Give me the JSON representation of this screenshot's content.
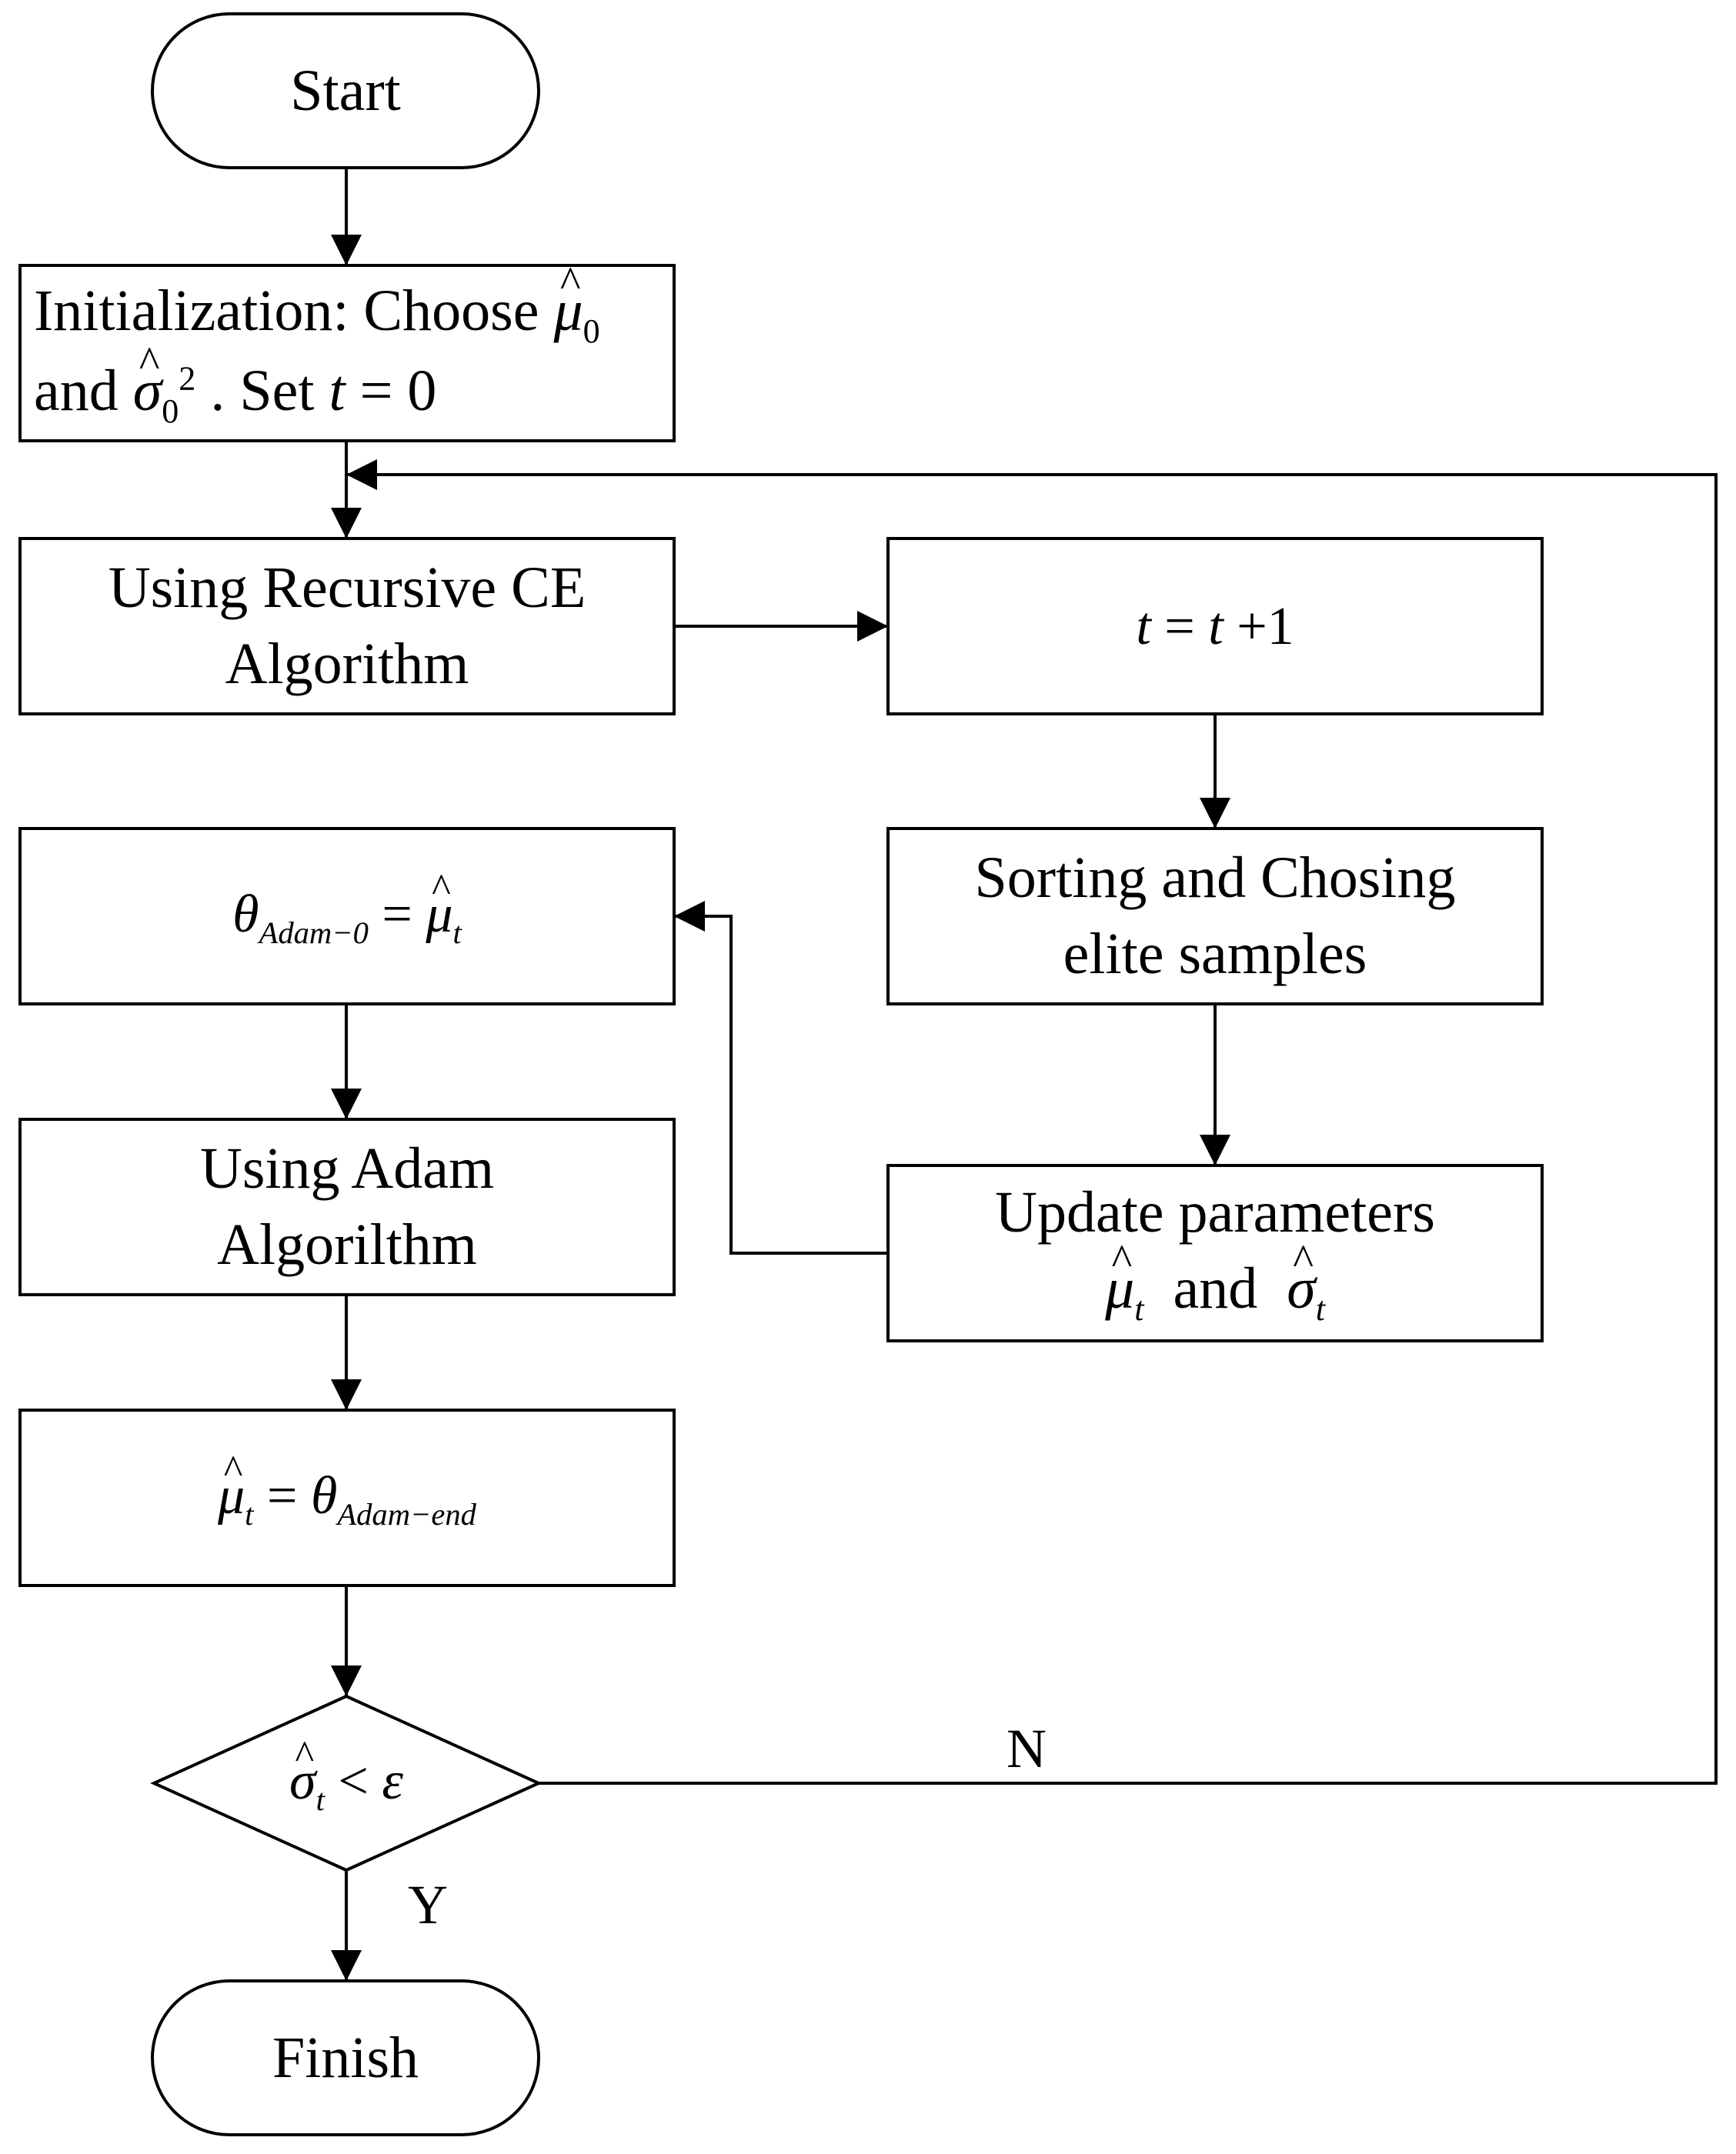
{
  "nodes": {
    "start": {
      "text": "Start"
    },
    "init": {
      "line1_prefix": "Initialization: Choose",
      "mu_sym": "μ",
      "mu_sub": "0",
      "line2_and": "and",
      "sigma_sym": "σ",
      "sigma_sub": "0",
      "sigma_sup": "2",
      "line2_set": ". Set",
      "t_sym": "t",
      "eq_zero": "= 0"
    },
    "recursive_ce": {
      "line1": "Using Recursive CE",
      "line2": "Algorithm"
    },
    "t_update": {
      "t1": "t",
      "eq": "=",
      "t2": "t",
      "plus_one": "+1"
    },
    "sorting": {
      "line1": "Sorting and Chosing",
      "line2": "elite samples"
    },
    "update_params": {
      "line1": "Update parameters",
      "mu_sym": "μ",
      "mu_sub": "t",
      "and": "and",
      "sigma_sym": "σ",
      "sigma_sub": "t"
    },
    "theta_init": {
      "theta_sym": "θ",
      "theta_sub": "Adam−0",
      "eq": "=",
      "mu_sym": "μ",
      "mu_sub": "t"
    },
    "adam": {
      "line1": "Using Adam",
      "line2": "Algorilthm"
    },
    "mu_assign": {
      "mu_sym": "μ",
      "mu_sub": "t",
      "eq": "=",
      "theta_sym": "θ",
      "theta_sub": "Adam−end"
    },
    "decision": {
      "sigma_sym": "σ",
      "sigma_sub": "t",
      "lt": "<",
      "eps": "ε"
    },
    "finish": {
      "text": "Finish"
    }
  },
  "branches": {
    "no": "N",
    "yes": "Y"
  }
}
